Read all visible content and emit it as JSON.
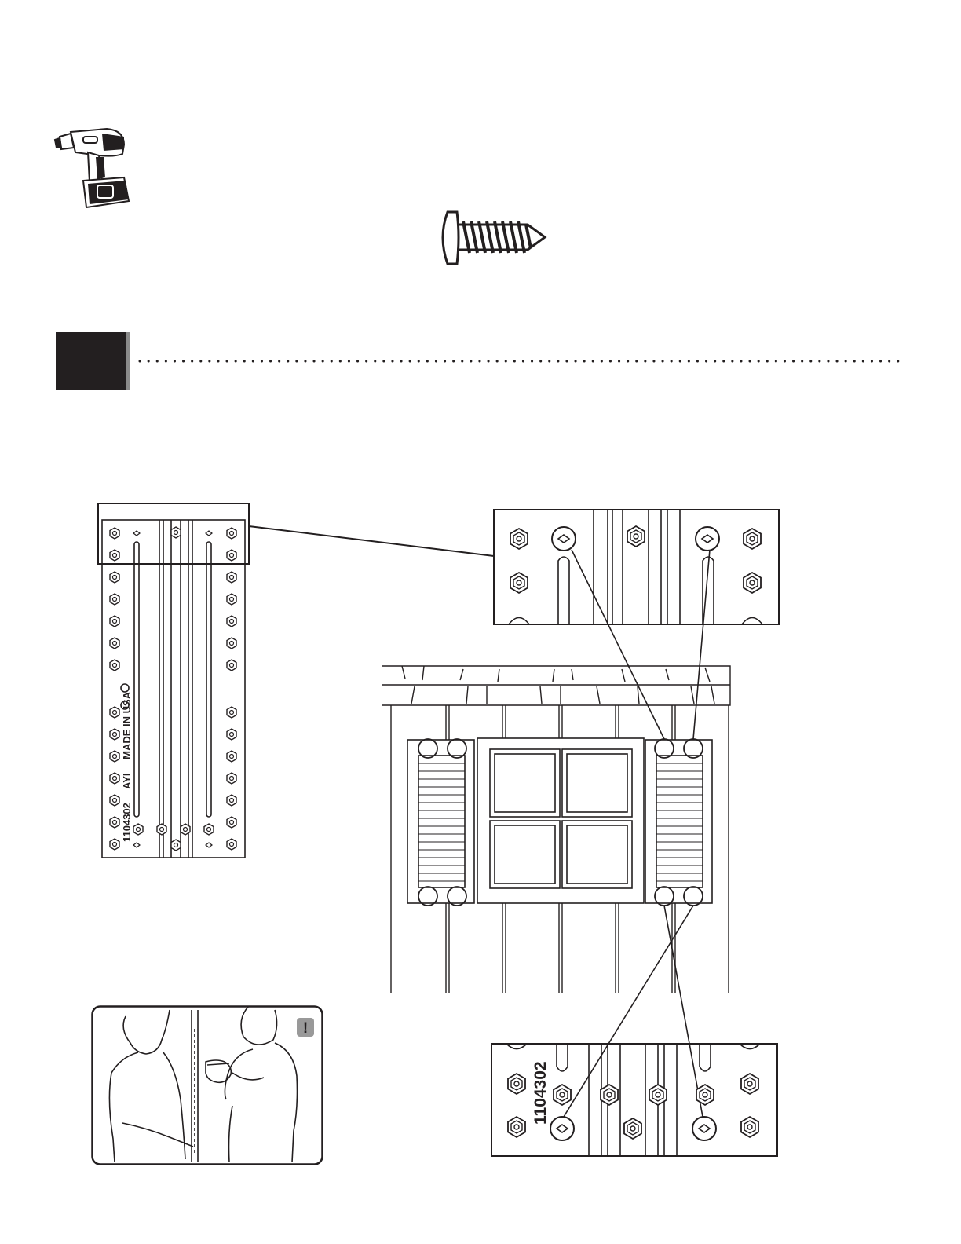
{
  "step": {
    "number": ""
  },
  "panel": {
    "part_number": "1104302",
    "code": "AYI",
    "origin": "MADE IN USA"
  },
  "bottom_detail": {
    "part_number": "1104302"
  },
  "caution": {
    "symbol": "!"
  },
  "icons": {
    "tool": "drill-icon",
    "hardware": "screw-icon",
    "warning": "exclamation-icon"
  },
  "colors": {
    "ink": "#231f20",
    "step_shadow": "#8a8a8a",
    "badge": "#999999"
  }
}
